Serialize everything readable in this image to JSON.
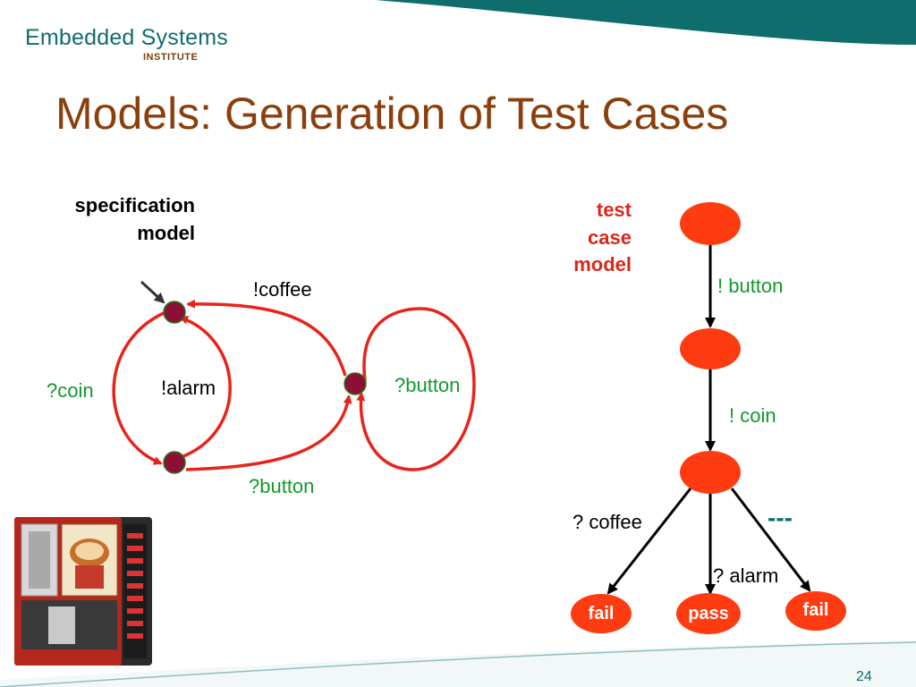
{
  "header": {
    "logo_main": "Embedded Systems",
    "logo_sub": "INSTITUTE"
  },
  "title": "Models:  Generation of Test Cases",
  "spec": {
    "label_line1": "specification",
    "label_line2": "model",
    "labels": {
      "coffee": "!coffee",
      "coin": "?coin",
      "alarm": "!alarm",
      "button_bottom": "?button",
      "button_loop": "?button"
    }
  },
  "testcase": {
    "label_line1": "test",
    "label_line2": "case",
    "label_line3": "model",
    "edges": {
      "button": "! button",
      "coin": "! coin",
      "coffee": "? coffee",
      "alarm": "? alarm",
      "other": "---"
    },
    "verdicts": {
      "left": "fail",
      "middle": "pass",
      "right": "fail"
    }
  },
  "colors": {
    "teal": "#0f6d6e",
    "title": "#8b3f0c",
    "arc_red": "#e8231b",
    "state_dark": "#8c0f35",
    "node_red": "#ff3b12",
    "label_green": "#109a2c"
  },
  "footer": {
    "page_number": "24"
  }
}
